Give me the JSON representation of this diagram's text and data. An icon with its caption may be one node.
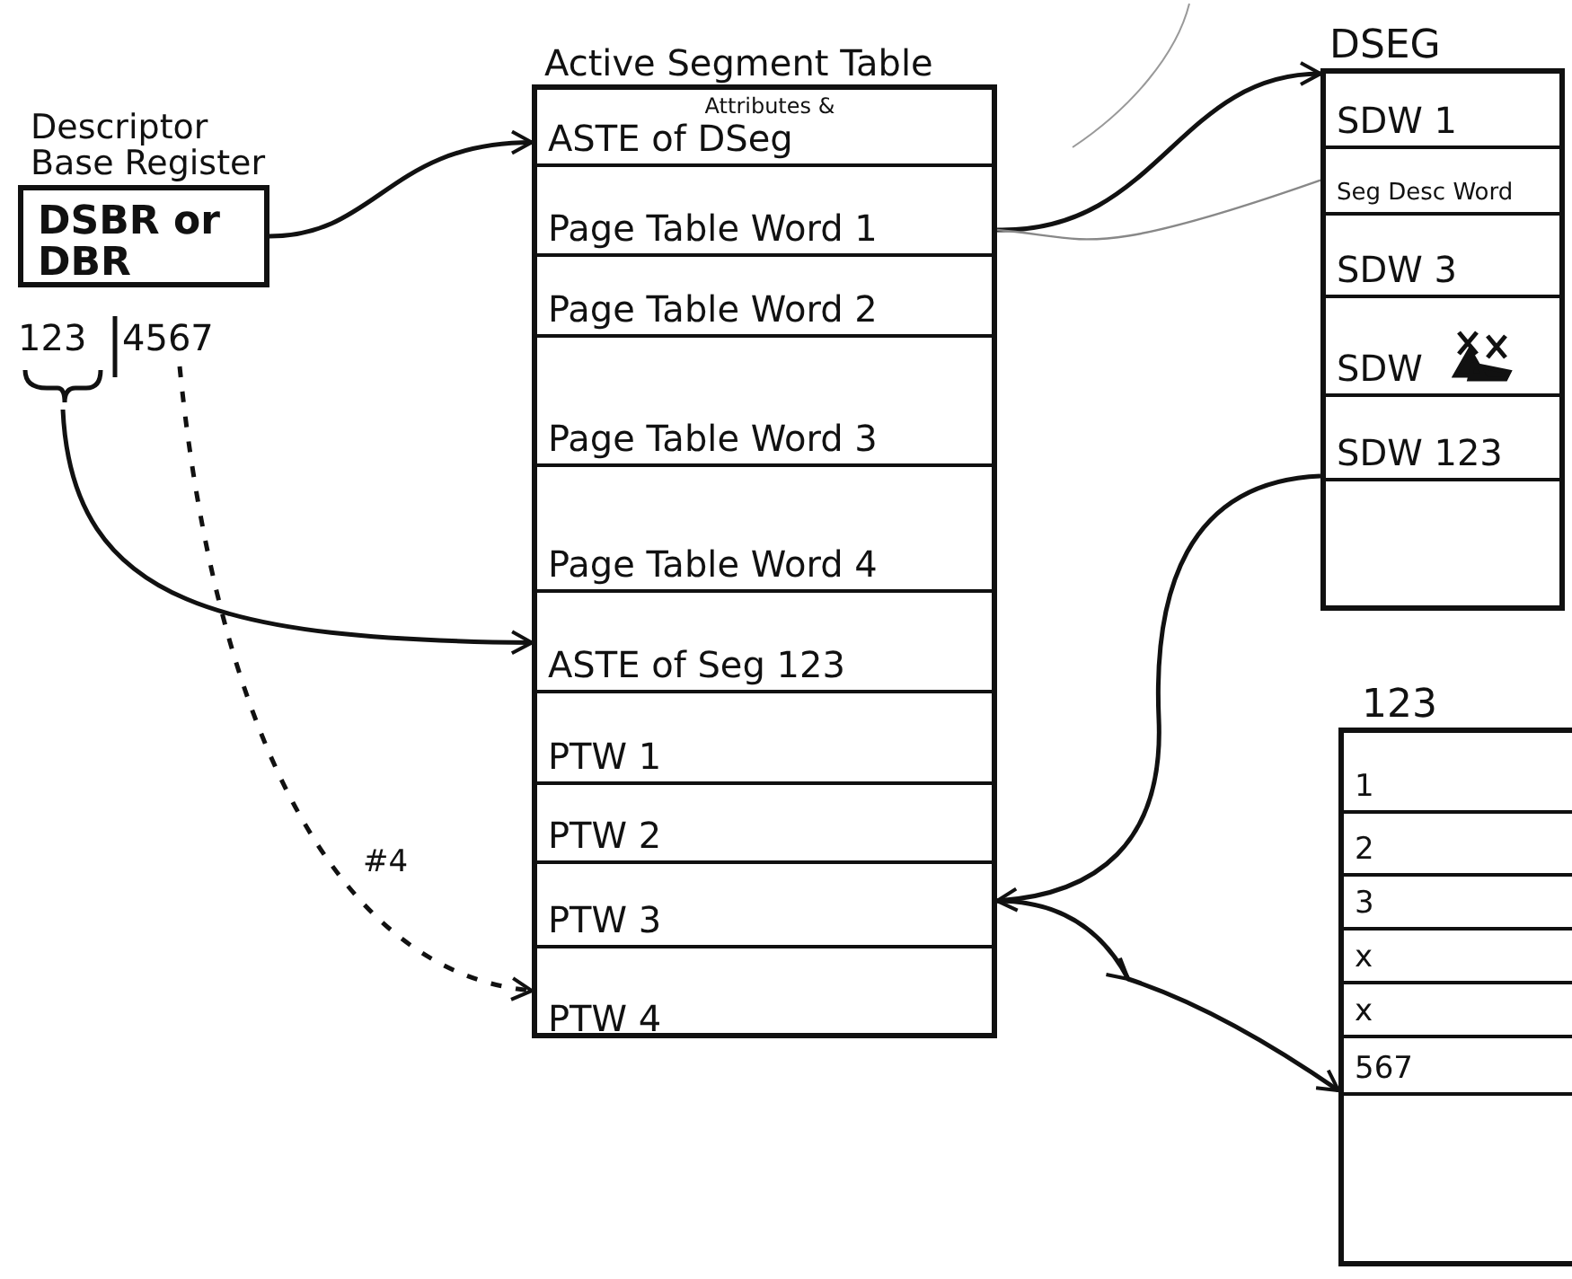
{
  "diagram": {
    "nodes": [
      {
        "text": [
          "Descriptor Base Register",
          "DSBR or DBR"
        ]
      },
      {
        "text": [
          "123"
        ]
      },
      {
        "text": [
          "4567"
        ]
      },
      {
        "text": [
          "Active Segment Table"
        ]
      },
      {
        "text": [
          "Attributes &",
          "ASTE of DSeg"
        ],
        "in": 3
      },
      {
        "text": [
          "Page Table Word 1"
        ],
        "in": 3
      },
      {
        "text": [
          "Page Table Word 2"
        ],
        "in": 3
      },
      {
        "text": [
          "Page Table Word 3"
        ],
        "in": 3
      },
      {
        "text": [
          "Page Table Word 4"
        ],
        "in": 3
      },
      {
        "text": [
          "ASTE of Seg 123"
        ],
        "in": 3
      },
      {
        "text": [
          "PTW 1"
        ],
        "in": 3
      },
      {
        "text": [
          "PTW 2"
        ],
        "in": 3
      },
      {
        "text": [
          "PTW 3"
        ],
        "in": 3
      },
      {
        "text": [
          "PTW 4"
        ],
        "in": 3
      },
      {
        "text": [
          "DSEG"
        ]
      },
      {
        "text": [
          "SDW 1"
        ],
        "in": 14
      },
      {
        "text": [
          "Seg Desc Word"
        ],
        "in": 14
      },
      {
        "text": [
          "SDW 3"
        ],
        "in": 14
      },
      {
        "text": [
          "SDW"
        ],
        "in": 14
      },
      {
        "text": [
          "SDW 123"
        ],
        "in": 14
      },
      {
        "text": [
          "123"
        ]
      },
      {
        "text": [
          "1"
        ],
        "in": 20
      },
      {
        "text": [
          "2"
        ],
        "in": 20
      },
      {
        "text": [
          "3"
        ],
        "in": 20
      },
      {
        "text": [
          "x"
        ],
        "in": 20
      },
      {
        "text": [
          "x"
        ],
        "in": 20
      },
      {
        "text": [
          "567"
        ],
        "in": 20
      }
    ],
    "edges": [
      {
        "from": 0,
        "to": 4,
        "arrow": "to"
      },
      {
        "from": 5,
        "to": 14,
        "arrow": "to"
      },
      {
        "from": 5,
        "to": 16,
        "arrow": "none",
        "color": "#888888"
      },
      {
        "from": 1,
        "to": 9,
        "arrow": "to"
      },
      {
        "from": 2,
        "to": 13,
        "arrow": "to",
        "style": "dashed",
        "label": "#4"
      },
      {
        "from": 19,
        "to": 12,
        "arrow": "to"
      },
      {
        "from": 12,
        "to": 26,
        "arrow": "to"
      }
    ]
  }
}
